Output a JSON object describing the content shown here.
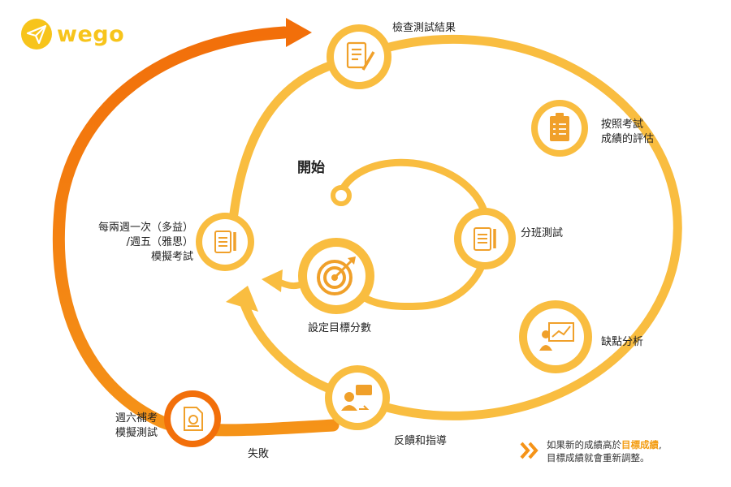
{
  "brand": {
    "name": "wego"
  },
  "colors": {
    "light_orange": "#f9bd40",
    "dark_orange": "#f07d0a",
    "icon_orange": "#f0a02a",
    "logo_yellow": "#f7c41b"
  },
  "start_label": "開始",
  "steps": {
    "placement_test": "分班測試",
    "set_target": "設定目標分數",
    "mock_exam": "每兩週一次（多益）\n/週五（雅思）\n模擬考試",
    "review_results": "檢查測試結果",
    "evaluate": "按照考試\n成績的評估",
    "weakness": "缺點分析",
    "feedback": "反饋和指導",
    "saturday_retest": "週六補考\n模擬測試",
    "fail": "失敗"
  },
  "icons": {
    "placement_test": "clipboard-pencil-icon",
    "set_target": "target-arrow-icon",
    "mock_exam": "clipboard-pencil-icon",
    "review_results": "checklist-pencil-icon",
    "evaluate": "clipboard-checklist-icon",
    "weakness": "presenter-chart-icon",
    "feedback": "person-chat-icon",
    "saturday_retest": "document-icon"
  },
  "note": {
    "part1": "如果新的成績高於",
    "highlight": "目標成績",
    "part2": ",",
    "line2": "目標成績就會重新調整。"
  }
}
